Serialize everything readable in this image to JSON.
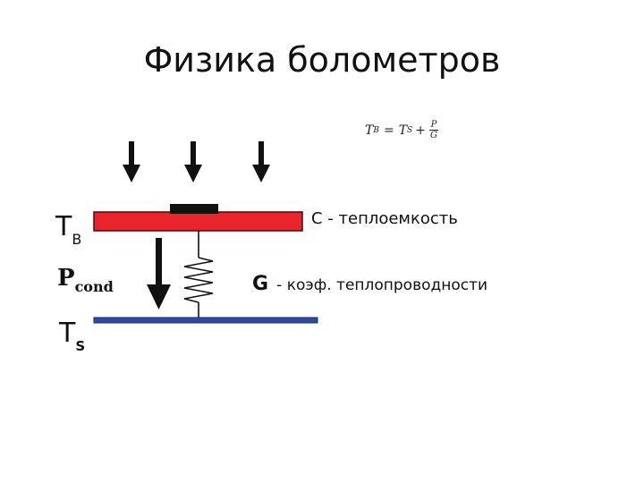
{
  "title": "Физика болометров",
  "formula": {
    "lhs": "T",
    "lhs_sub": "B",
    "eq": "=",
    "rhs": "T",
    "rhs_sub": "S",
    "plus": "+",
    "num": "P",
    "den": "G"
  },
  "labels": {
    "tb": "T",
    "tb_sub": "B",
    "pcond": "P",
    "pcond_sub": "cond",
    "ts": "T",
    "ts_sub": "S",
    "c": "C - теплоемкость",
    "g": "G",
    "g_desc": "- коэф. теплопроводности"
  },
  "colors": {
    "absorber": "#e8242a",
    "absorber_edge": "#3a1010",
    "sensor": "#111111",
    "bath": "#2d4aa0",
    "bath_edge": "#1b2e6e",
    "arrow": "#111111"
  }
}
